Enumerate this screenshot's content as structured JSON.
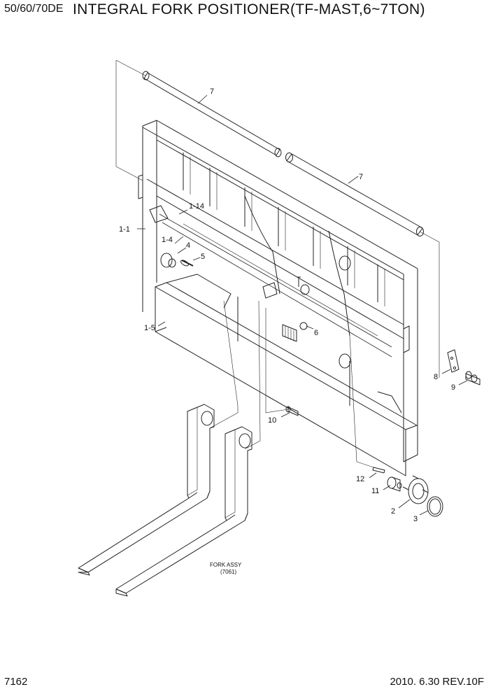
{
  "header": {
    "model": "50/60/70DE",
    "title": "INTEGRAL FORK POSITIONER(TF-MAST,6~7TON)"
  },
  "footer": {
    "page": "7162",
    "revision": "2010. 6.30  REV.10F"
  },
  "callouts": {
    "p7a": "7",
    "p7b": "7",
    "p1_14": "1-14",
    "p1_1": "1-1",
    "p1_4": "1-4",
    "p4": "4",
    "p5": "5",
    "p6": "6",
    "p1_5": "1-5",
    "p8": "8",
    "p9": "9",
    "p10": "10",
    "p12": "12",
    "p11": "11",
    "p2": "2",
    "p3": "3"
  },
  "fork_assy": {
    "line1": "FORK ASSY",
    "line2": "(7061)"
  }
}
